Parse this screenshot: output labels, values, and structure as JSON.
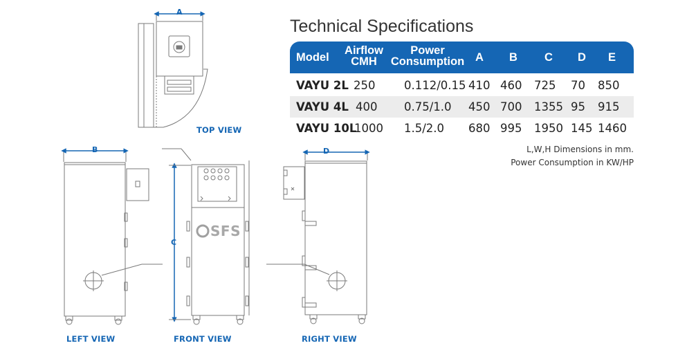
{
  "title": "Technical Specifications",
  "views": {
    "top": "TOP VIEW",
    "left": "LEFT VIEW",
    "front": "FRONT VIEW",
    "right": "RIGHT VIEW"
  },
  "dimensions": {
    "a": "A",
    "b": "B",
    "c": "C",
    "d": "D"
  },
  "logo_text": "SFS",
  "table": {
    "headers": {
      "model": "Model",
      "airflow_1": "Airflow",
      "airflow_2": "CMH",
      "power_1": "Power",
      "power_2": "Consumption",
      "a": "A",
      "b": "B",
      "c": "C",
      "d": "D",
      "e": "E"
    },
    "rows": [
      {
        "model": "VAYU 2L",
        "airflow": "250",
        "power": "0.112/0.15",
        "a": "410",
        "b": "460",
        "c": "725",
        "d": "70",
        "e": "850"
      },
      {
        "model": "VAYU 4L",
        "airflow": "400",
        "power": "0.75/1.0",
        "a": "450",
        "b": "700",
        "c": "1355",
        "d": "95",
        "e": "915"
      },
      {
        "model": "VAYU 10L",
        "airflow": "1000",
        "power": "1.5/2.0",
        "a": "680",
        "b": "995",
        "c": "1950",
        "d": "145",
        "e": "1460"
      }
    ]
  },
  "notes": {
    "line1": "L,W,H Dimensions in mm.",
    "line2": "Power Consumption in KW/HP"
  },
  "colors": {
    "accent": "#1566b4",
    "line": "#7a7a7a",
    "row_shade": "#ececec"
  }
}
